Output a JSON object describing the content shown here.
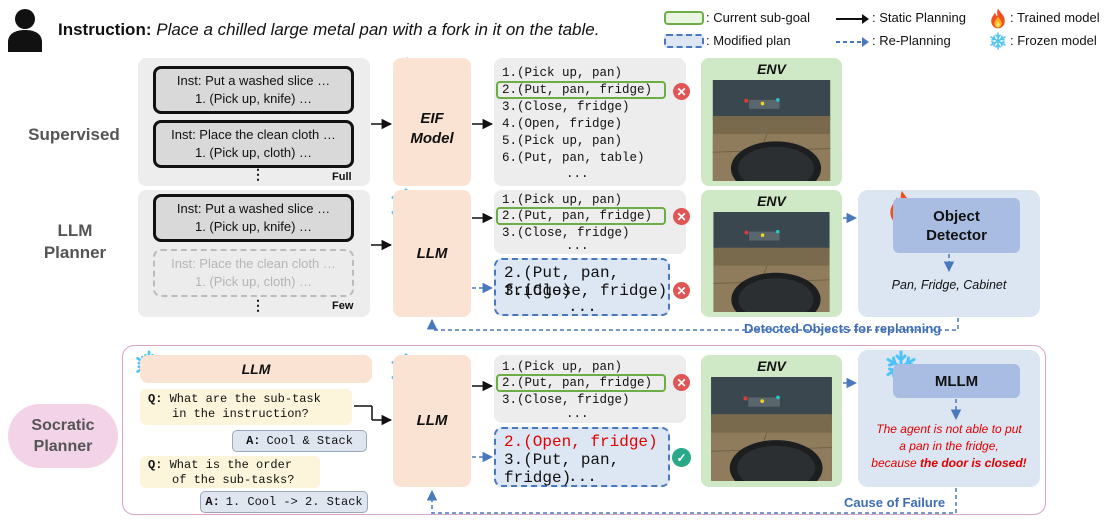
{
  "header": {
    "instruction_label": "Instruction:",
    "instruction_text": "Place a chilled large metal pan with a fork in it on the table.",
    "legend": {
      "current_subgoal": ": Current sub-goal",
      "modified_plan": ": Modified plan",
      "static_planning": ": Static Planning",
      "re_planning": ": Re-Planning",
      "trained_model": ": Trained model",
      "frozen_model": ": Frozen model"
    }
  },
  "colors": {
    "goal_green": "#6cae45",
    "replan_blue": "#4a78bd",
    "error_red": "#e05656",
    "ok_teal": "#2aa88a",
    "failure_text": "#e00000"
  },
  "icons": {
    "trained": "fire-icon",
    "frozen": "snowflake-icon",
    "person": "user-icon"
  },
  "supervised": {
    "label": "Supervised",
    "inst1_title": "Inst: Put a washed slice …",
    "inst1_step": "1. (Pick up, knife) …",
    "inst2_title": "Inst: Place the clean cloth …",
    "inst2_step": "1. (Pick up, cloth) …",
    "ellipsis": "⋮",
    "tag": "Full",
    "model_line1": "EIF",
    "model_line2": "Model",
    "plan": [
      "1.(Pick up, pan)",
      "2.(Put, pan, fridge)",
      "3.(Close, fridge)",
      "4.(Open, fridge)",
      "5.(Pick up, pan)",
      "6.(Put, pan, table)",
      "..."
    ],
    "env_label": "ENV"
  },
  "llm_planner": {
    "label_line1": "LLM",
    "label_line2": "Planner",
    "inst1_title": "Inst: Put a washed slice …",
    "inst1_step": "1. (Pick up, knife) …",
    "inst2_title": "Inst: Place the clean cloth …",
    "inst2_step": "1. (Pick up, cloth) …",
    "ellipsis": "⋮",
    "tag": "Few",
    "model": "LLM",
    "plan": [
      "1.(Pick up, pan)",
      "2.(Put, pan, fridge)",
      "3.(Close, fridge)",
      "..."
    ],
    "modified_plan": [
      "2.(Put, pan, fridge)",
      "3.(Close, fridge)",
      "..."
    ],
    "env_label": "ENV",
    "detector_line1": "Object",
    "detector_line2": "Detector",
    "detected": "Pan, Fridge, Cabinet",
    "feedback": "Detected Objects for replanning"
  },
  "socratic": {
    "label_line1": "Socratic",
    "label_line2": "Planner",
    "llm_header": "LLM",
    "q_prefix": "Q:",
    "a_prefix": "A:",
    "q1_line1": "What are the sub-task",
    "q1_line2": "in the instruction?",
    "a1": "Cool & Stack",
    "q2_line1": "What is the order",
    "q2_line2": "of the sub-tasks?",
    "a2": "1. Cool -> 2. Stack",
    "model": "LLM",
    "plan": [
      "1.(Pick up, pan)",
      "2.(Put, pan, fridge)",
      "3.(Close, fridge)",
      "..."
    ],
    "modified_plan": [
      "2.(Open, fridge)",
      "3.(Put, pan, fridge)",
      "..."
    ],
    "env_label": "ENV",
    "mllm": "MLLM",
    "failure_line1": "The agent is not able to put",
    "failure_line2": "a pan in the fridge,",
    "failure_line3_a": "because ",
    "failure_line3_b": "the door is closed!",
    "feedback": "Cause of Failure"
  }
}
